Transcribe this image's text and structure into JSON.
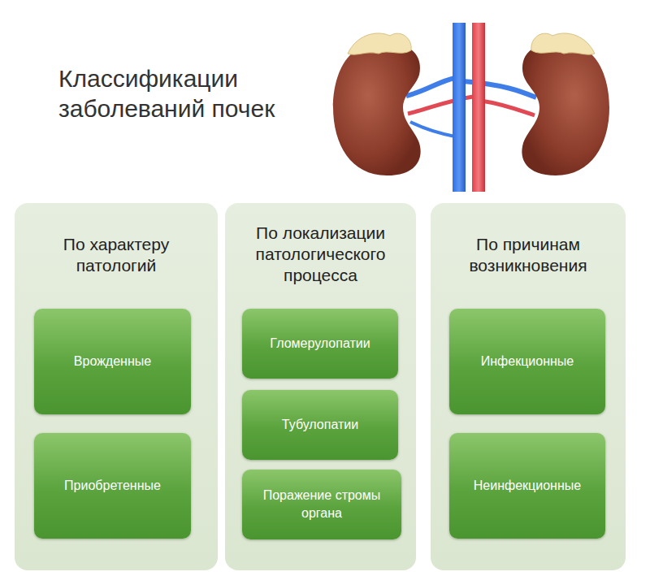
{
  "diagram": {
    "title": "Классификации заболеваний почек",
    "nodes": [
      {
        "text": [
          "По характеру патологий"
        ]
      },
      {
        "text": [
          "Врожденные"
        ],
        "in": 0
      },
      {
        "text": [
          "Приобретенные"
        ],
        "in": 0
      },
      {
        "text": [
          "По локализации патологического процесса"
        ]
      },
      {
        "text": [
          "Гломерулопатии"
        ],
        "in": 3
      },
      {
        "text": [
          "Тубулопатии"
        ],
        "in": 3
      },
      {
        "text": [
          "Поражение стромы органа"
        ],
        "in": 3
      },
      {
        "text": [
          "По причинам возникновения"
        ]
      },
      {
        "text": [
          "Инфекционные"
        ],
        "in": 7
      },
      {
        "text": [
          "Неинфекционные"
        ],
        "in": 7
      }
    ],
    "edges": []
  }
}
